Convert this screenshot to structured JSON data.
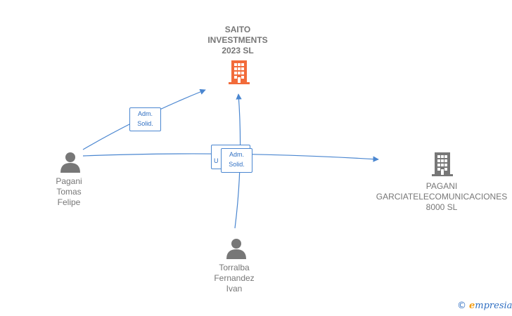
{
  "nodes": {
    "saito": {
      "lines": [
        "SAITO",
        "INVESTMENTS",
        "2023  SL"
      ],
      "color": "#f26b3a"
    },
    "pagani_garcia": {
      "lines": [
        "PAGANI",
        "GARCIATELECOMUNICACIONES",
        "8000  SL"
      ],
      "color": "#777777"
    },
    "pagani_tomas": {
      "lines": [
        "Pagani",
        "Tomas",
        "Felipe"
      ],
      "color": "#777777"
    },
    "torralba": {
      "lines": [
        "Torralba",
        "Fernandez",
        "Ivan"
      ],
      "color": "#777777"
    }
  },
  "edges": {
    "adm_solid_1": {
      "lines": [
        "Adm.",
        "Solid."
      ]
    },
    "uni_partial": {
      "lines": [
        "U"
      ]
    },
    "adm_solid_2": {
      "lines": [
        "Adm.",
        "Solid."
      ]
    }
  },
  "edge_color": "#4a86d0",
  "credit": {
    "copyright": "©",
    "e_letter": "e",
    "rest": "mpresia"
  }
}
